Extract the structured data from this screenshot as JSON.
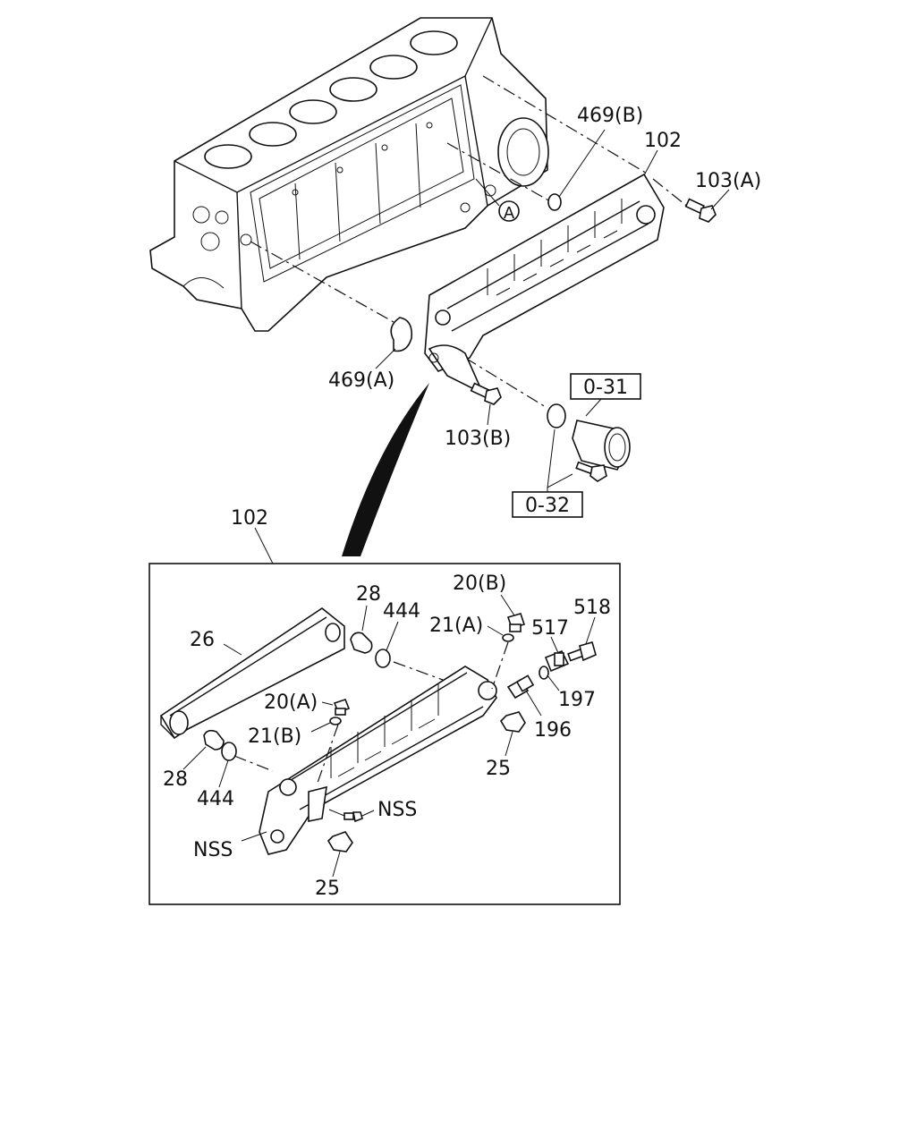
{
  "callouts": {
    "o469b": "469(B)",
    "p102_top": "102",
    "p103a": "103(A)",
    "marker_a": "A",
    "o469a": "469(A)",
    "p103b": "103(B)",
    "ref031": "0-31",
    "ref032": "0-32",
    "p102_detail": "102",
    "p28_top": "28",
    "p444_top": "444",
    "p20b": "20(B)",
    "p21a": "21(A)",
    "p517": "517",
    "p518": "518",
    "p26": "26",
    "p20a": "20(A)",
    "p21b": "21(B)",
    "p197": "197",
    "p196": "196",
    "p25_right": "25",
    "p28_bot": "28",
    "p444_bot": "444",
    "nss_right": "NSS",
    "nss_left": "NSS",
    "p25_bot": "25"
  }
}
